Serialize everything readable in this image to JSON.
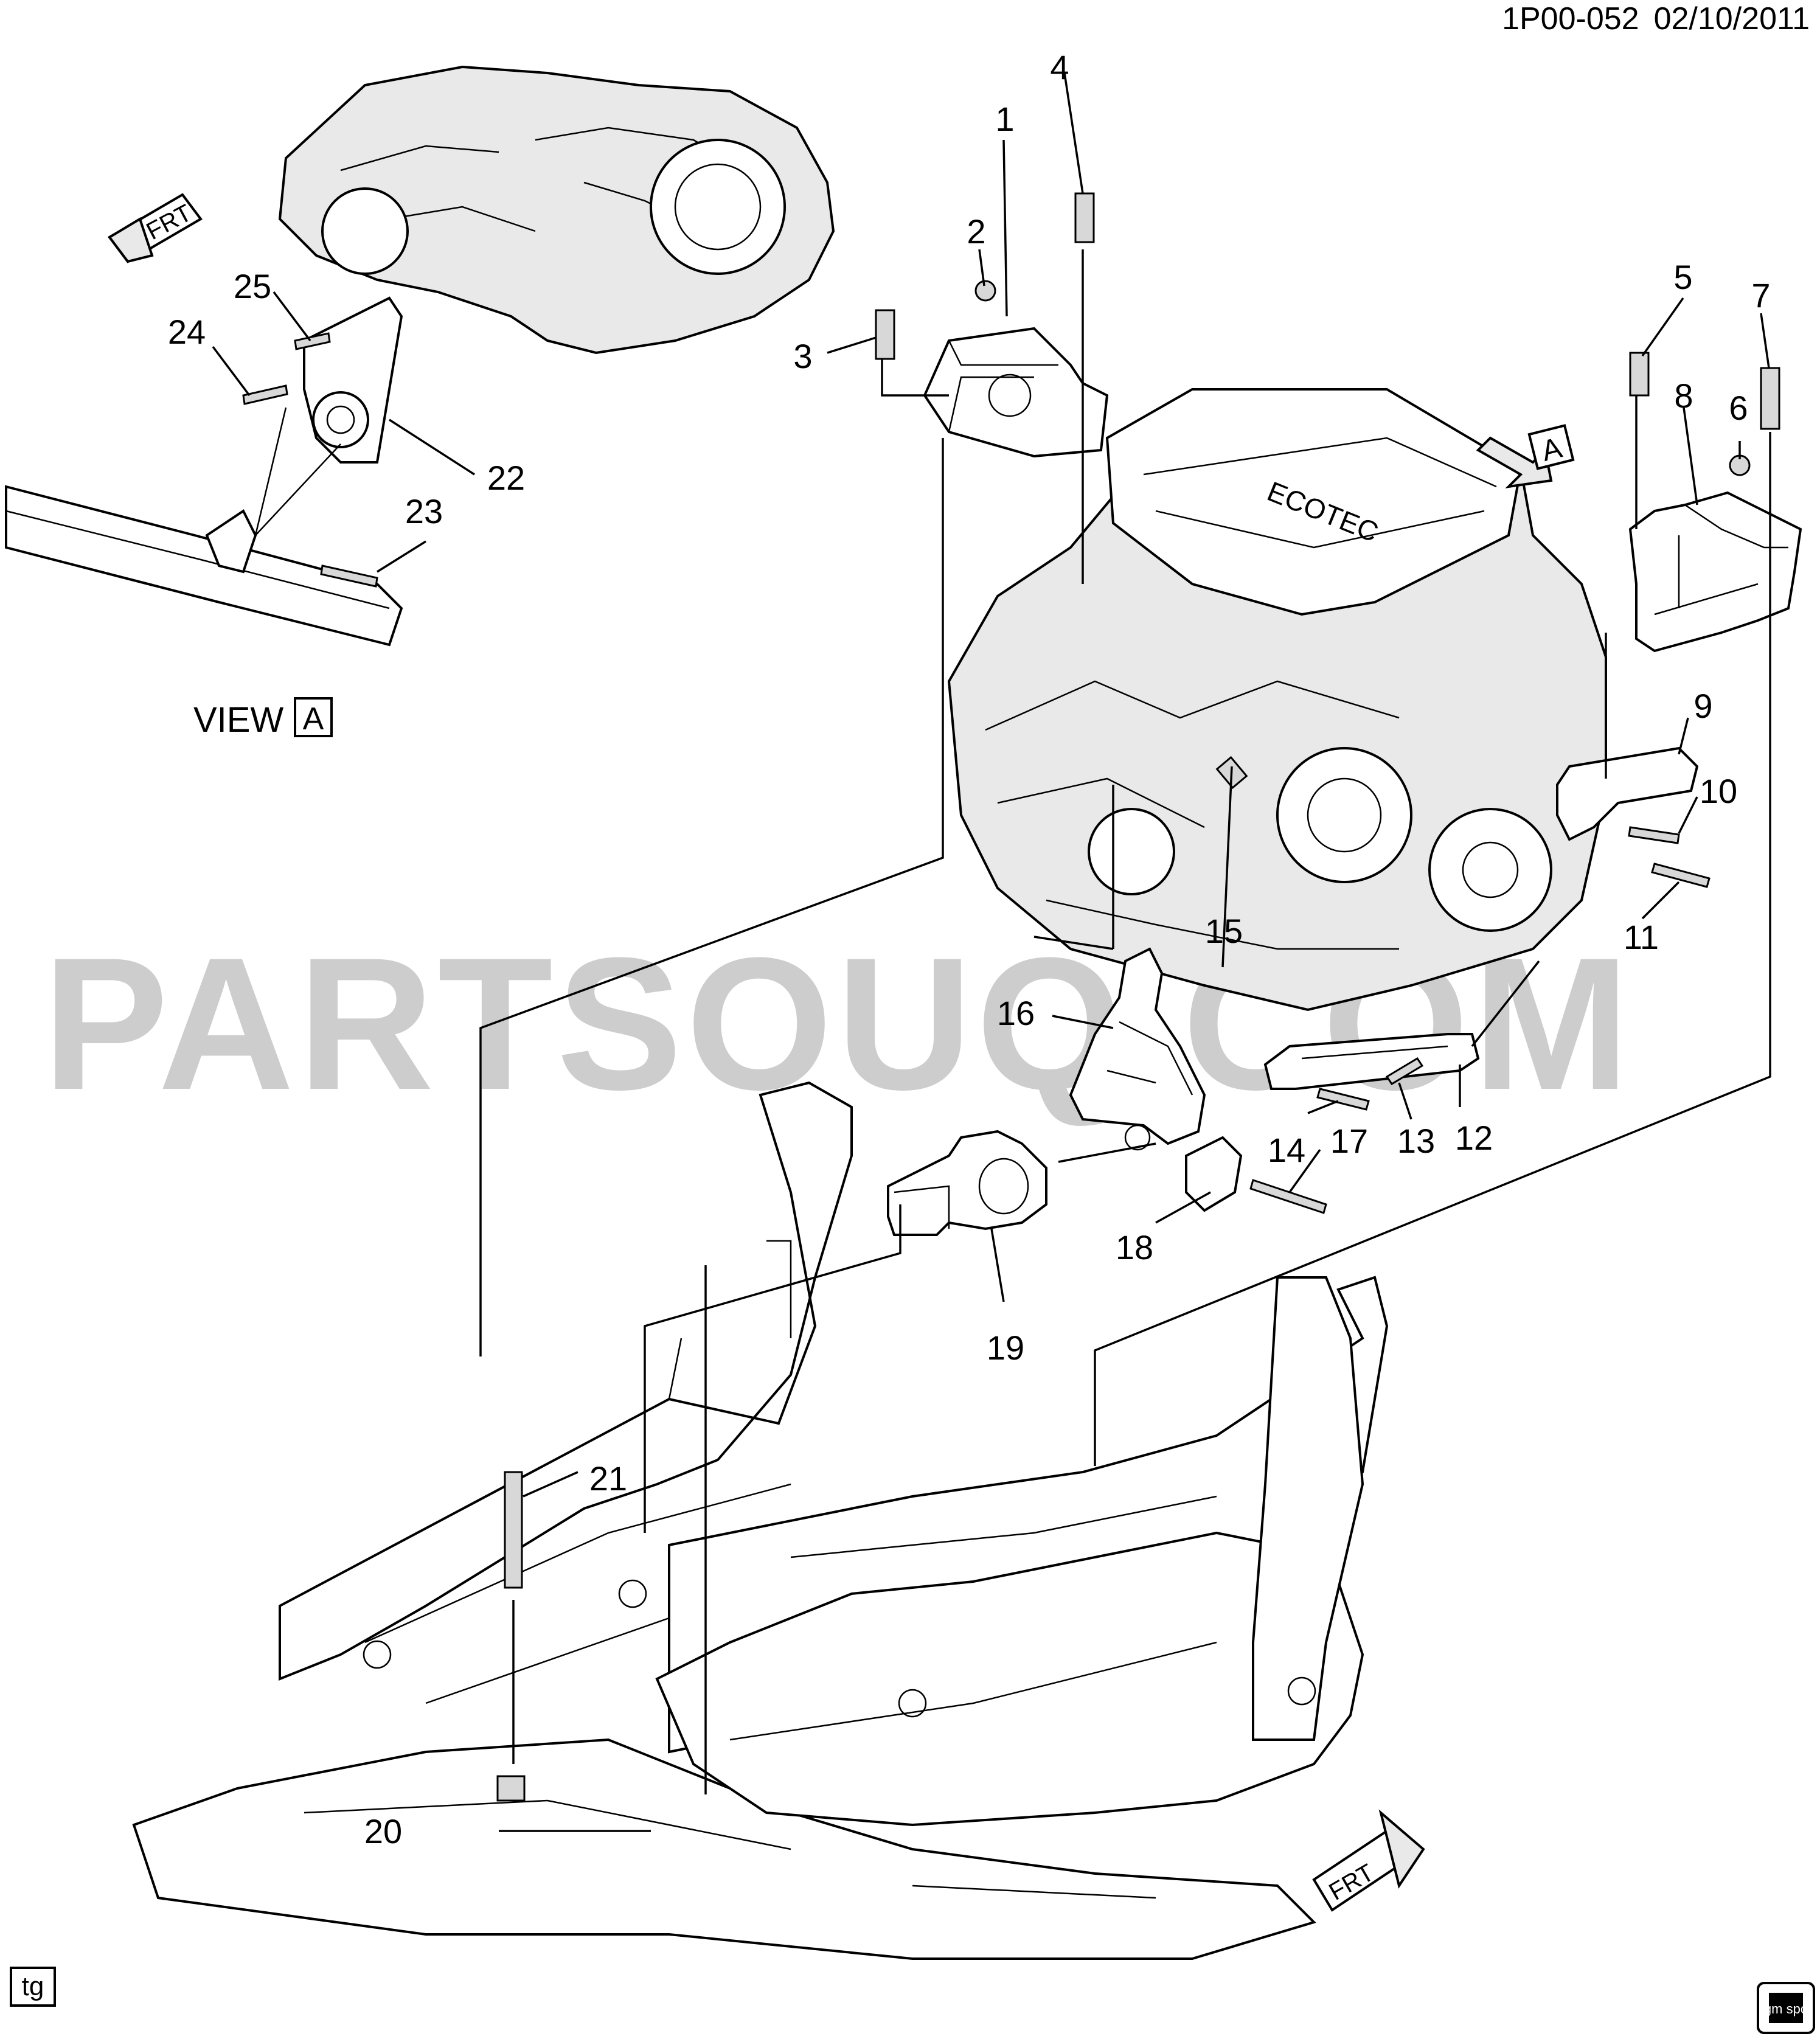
{
  "header": {
    "diagram_id": "1P00-052",
    "date": "02/10/2011"
  },
  "view_label": {
    "text": "VIEW",
    "letter": "A"
  },
  "view_arrow_letter": "A",
  "frt_label": "FRT",
  "watermark": "PARTSOUQ.COM",
  "corner_tag": "tg",
  "logo_text": "gm spo",
  "callouts": [
    "1",
    "2",
    "3",
    "4",
    "5",
    "6",
    "7",
    "8",
    "9",
    "10",
    "11",
    "12",
    "13",
    "14",
    "15",
    "16",
    "17",
    "18",
    "19",
    "20",
    "21",
    "22",
    "23",
    "24",
    "25"
  ]
}
